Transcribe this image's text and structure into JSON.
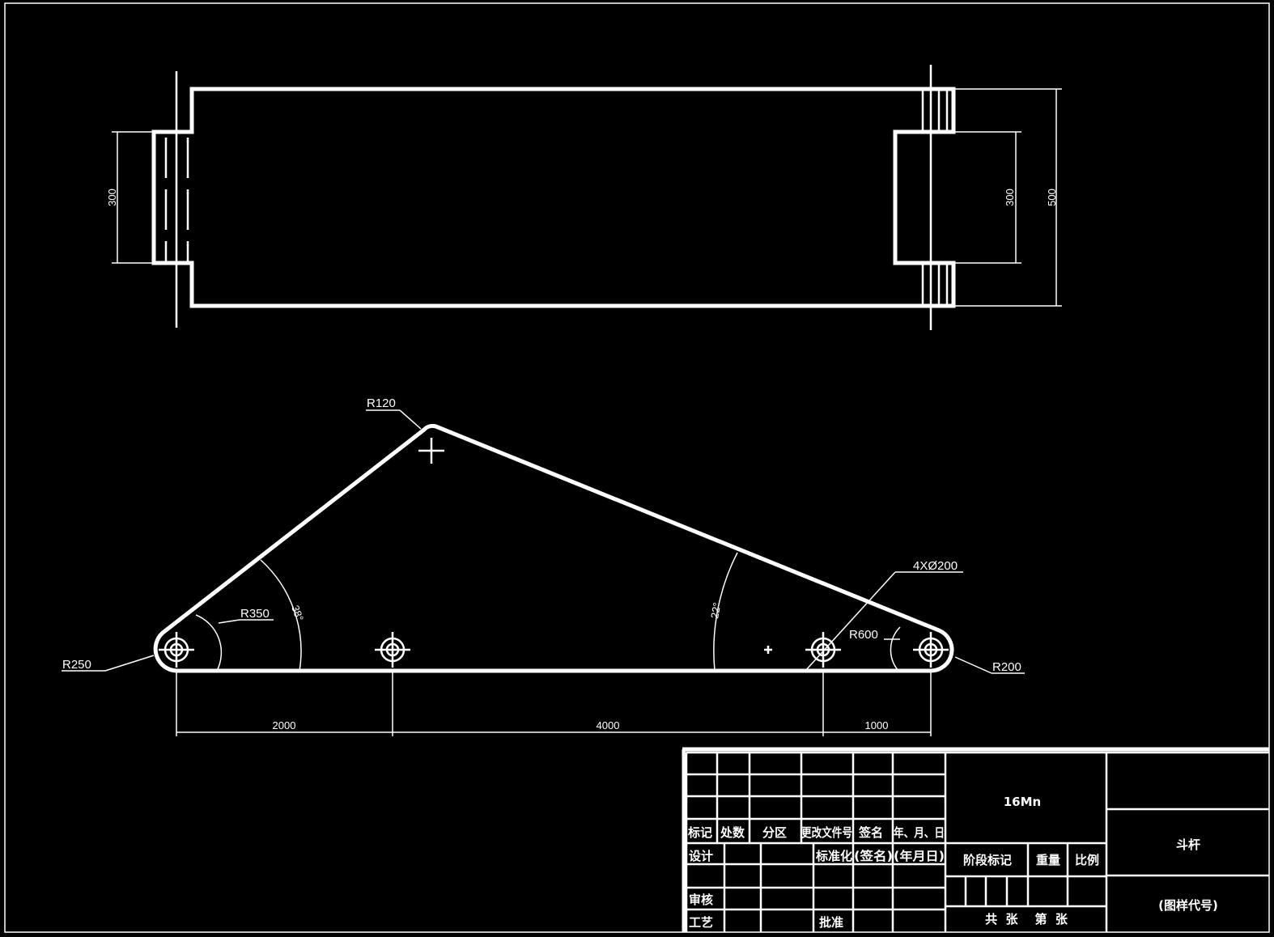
{
  "top_view": {
    "dim_left": "300",
    "dim_right": "300",
    "dim_overall": "500"
  },
  "side_view": {
    "r_top": "R120",
    "r_left": "R250",
    "r_inner": "R350",
    "angle_left": "38°",
    "angle_right": "22°",
    "holes": "4XØ200",
    "r_right_inner": "R600",
    "r_right": "R200",
    "dims": [
      "2000",
      "4000",
      "1000"
    ]
  },
  "title_block": {
    "headers": [
      "标记",
      "处数",
      "分区",
      "更改文件号",
      "签名",
      "年、月、日"
    ],
    "design": "设计",
    "standard": "标准化",
    "sign": "(签名)",
    "date": "(年月日)",
    "review": "审核",
    "process": "工艺",
    "approve": "批准",
    "material": "16Mn",
    "stage_mark": "阶段标记",
    "weight": "重量",
    "scale": "比例",
    "sheets": "共  张    第  张",
    "part_name": "斗杆",
    "drawing_no": "(图样代号)"
  },
  "colors": {
    "background": "#000000",
    "lines": "#ffffff"
  }
}
